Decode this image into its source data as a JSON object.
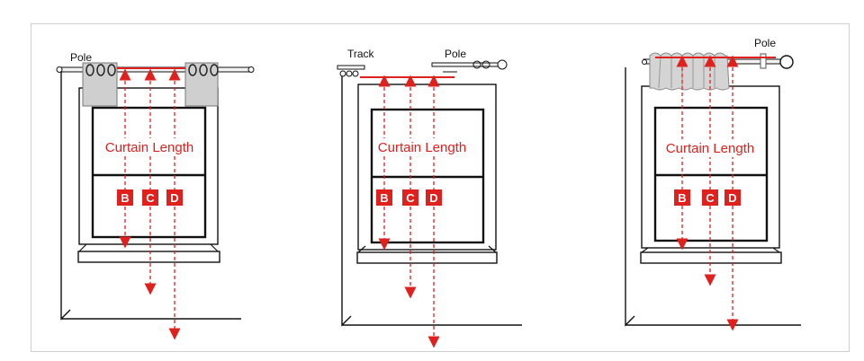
{
  "colors": {
    "accent": "#e0201c",
    "line": "#111111",
    "curtain": "#cfcfcf"
  },
  "panels": [
    {
      "type": "pole-with-eyelet-curtain",
      "labels": [
        "Pole"
      ],
      "caption": "Curtain Length",
      "markers": [
        "B",
        "C",
        "D"
      ]
    },
    {
      "type": "track-and-pole",
      "labels": [
        "Track",
        "Pole"
      ],
      "caption": "Curtain Length",
      "markers": [
        "B",
        "C",
        "D"
      ]
    },
    {
      "type": "pole-with-gathered-heading",
      "labels": [
        "Pole"
      ],
      "caption": "Curtain Length",
      "markers": [
        "B",
        "C",
        "D"
      ]
    }
  ]
}
